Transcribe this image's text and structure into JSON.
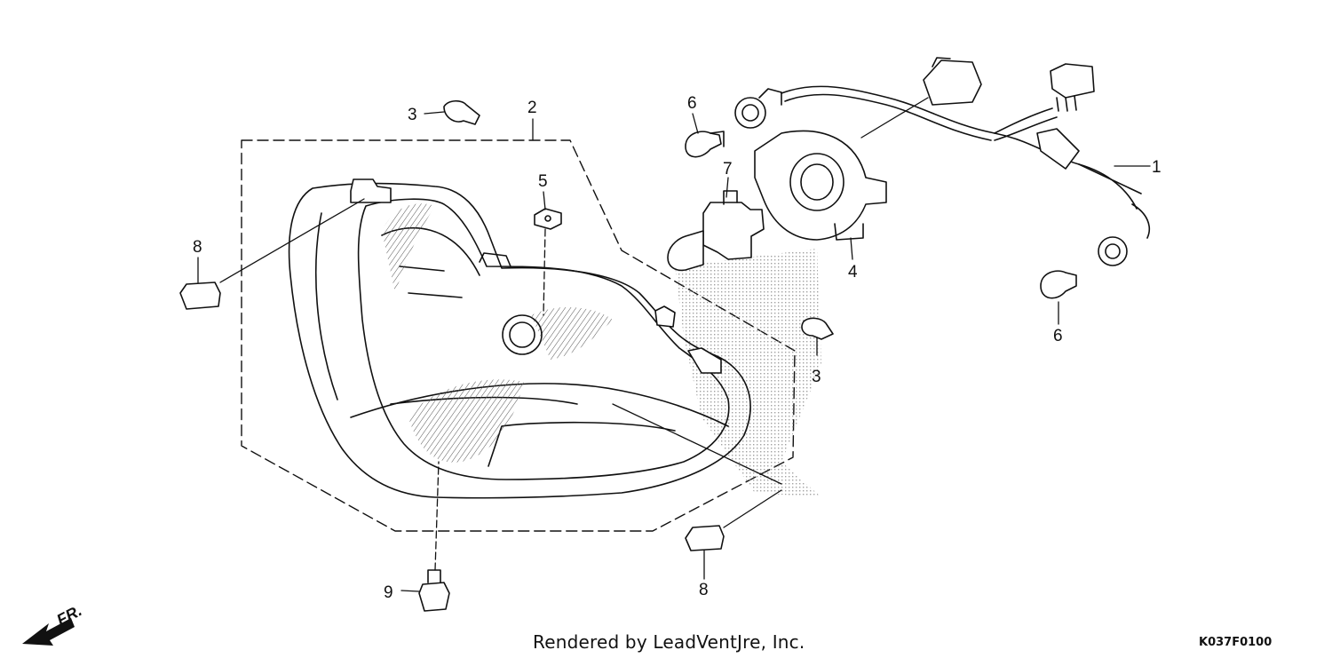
{
  "diagram": {
    "callouts": [
      {
        "id": "c1",
        "label": "1"
      },
      {
        "id": "c2",
        "label": "2"
      },
      {
        "id": "c3a",
        "label": "3"
      },
      {
        "id": "c3b",
        "label": "3"
      },
      {
        "id": "c4",
        "label": "4"
      },
      {
        "id": "c5",
        "label": "5"
      },
      {
        "id": "c6a",
        "label": "6"
      },
      {
        "id": "c6b",
        "label": "6"
      },
      {
        "id": "c7",
        "label": "7"
      },
      {
        "id": "c8a",
        "label": "8"
      },
      {
        "id": "c8b",
        "label": "8"
      },
      {
        "id": "c9",
        "label": "9"
      }
    ],
    "direction_marker": "FR."
  },
  "footer": {
    "credit": "Rendered by LeadVentJre, Inc.",
    "code": "K037F0100"
  },
  "colors": {
    "line": "#111111",
    "stipple": "#9a9a9a",
    "background": "#ffffff"
  }
}
